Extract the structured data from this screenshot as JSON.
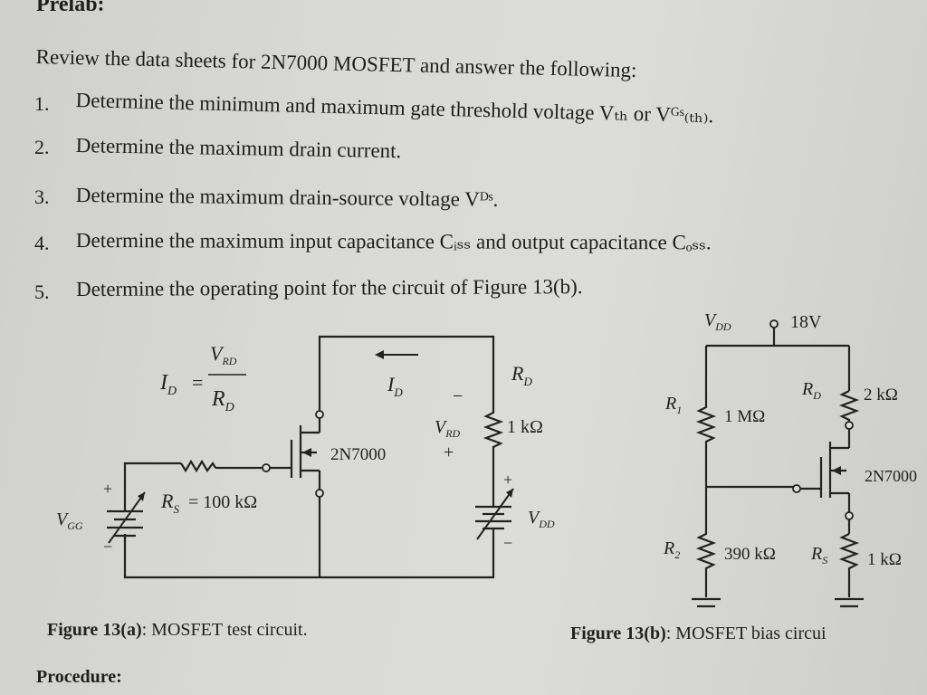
{
  "heading": "Prelab:",
  "intro": "Review the data sheets for 2N7000 MOSFET and answer the following:",
  "questions": [
    {
      "num": "1.",
      "text": "Determine the minimum and maximum gate threshold voltage Vₜₕ or Vᴳˢ₍ₜₕ₎."
    },
    {
      "num": "2.",
      "text": "Determine the maximum drain current."
    },
    {
      "num": "3.",
      "text": "Determine the maximum drain-source voltage Vᴰˢ."
    },
    {
      "num": "4.",
      "text": "Determine the maximum input capacitance Cᵢₛₛ and output capacitance Cₒₛₛ."
    },
    {
      "num": "5.",
      "text": "Determine the operating point for the circuit of Figure 13(b)."
    }
  ],
  "fig_a": {
    "formula_num": "V",
    "formula_num_sub": "RD",
    "formula_lhs": "I",
    "formula_lhs_sub": "D",
    "formula_den": "R",
    "formula_den_sub": "D",
    "id_label": "I",
    "id_sub": "D",
    "rd_label": "R",
    "rd_sub": "D",
    "vrd_label": "V",
    "vrd_sub": "RD",
    "rd_value": "1 kΩ",
    "minus": "−",
    "plus": "+",
    "mosfet": "2N7000",
    "rs_label": "R",
    "rs_sub": "S",
    "rs_value": "= 100 kΩ",
    "vgg_label": "V",
    "vgg_sub": "GG",
    "vdd_label": "V",
    "vdd_sub": "DD",
    "caption_bold": "Figure 13(a)",
    "caption_rest": ":  MOSFET test circuit."
  },
  "fig_b": {
    "vdd_label": "V",
    "vdd_sub": "DD",
    "vdd_value": "18V",
    "rd_label": "R",
    "rd_sub": "D",
    "rd_value": "2 kΩ",
    "r1_label": "R",
    "r1_sub": "1",
    "r1_value": "1 MΩ",
    "mosfet": "2N7000",
    "r2_label": "R",
    "r2_sub": "2",
    "r2_value": "390 kΩ",
    "rs_label": "R",
    "rs_sub": "S",
    "rs_value": "1 kΩ",
    "caption_bold": "Figure 13(b)",
    "caption_rest": ":  MOSFET bias circui"
  },
  "procedure": "Procedure:"
}
